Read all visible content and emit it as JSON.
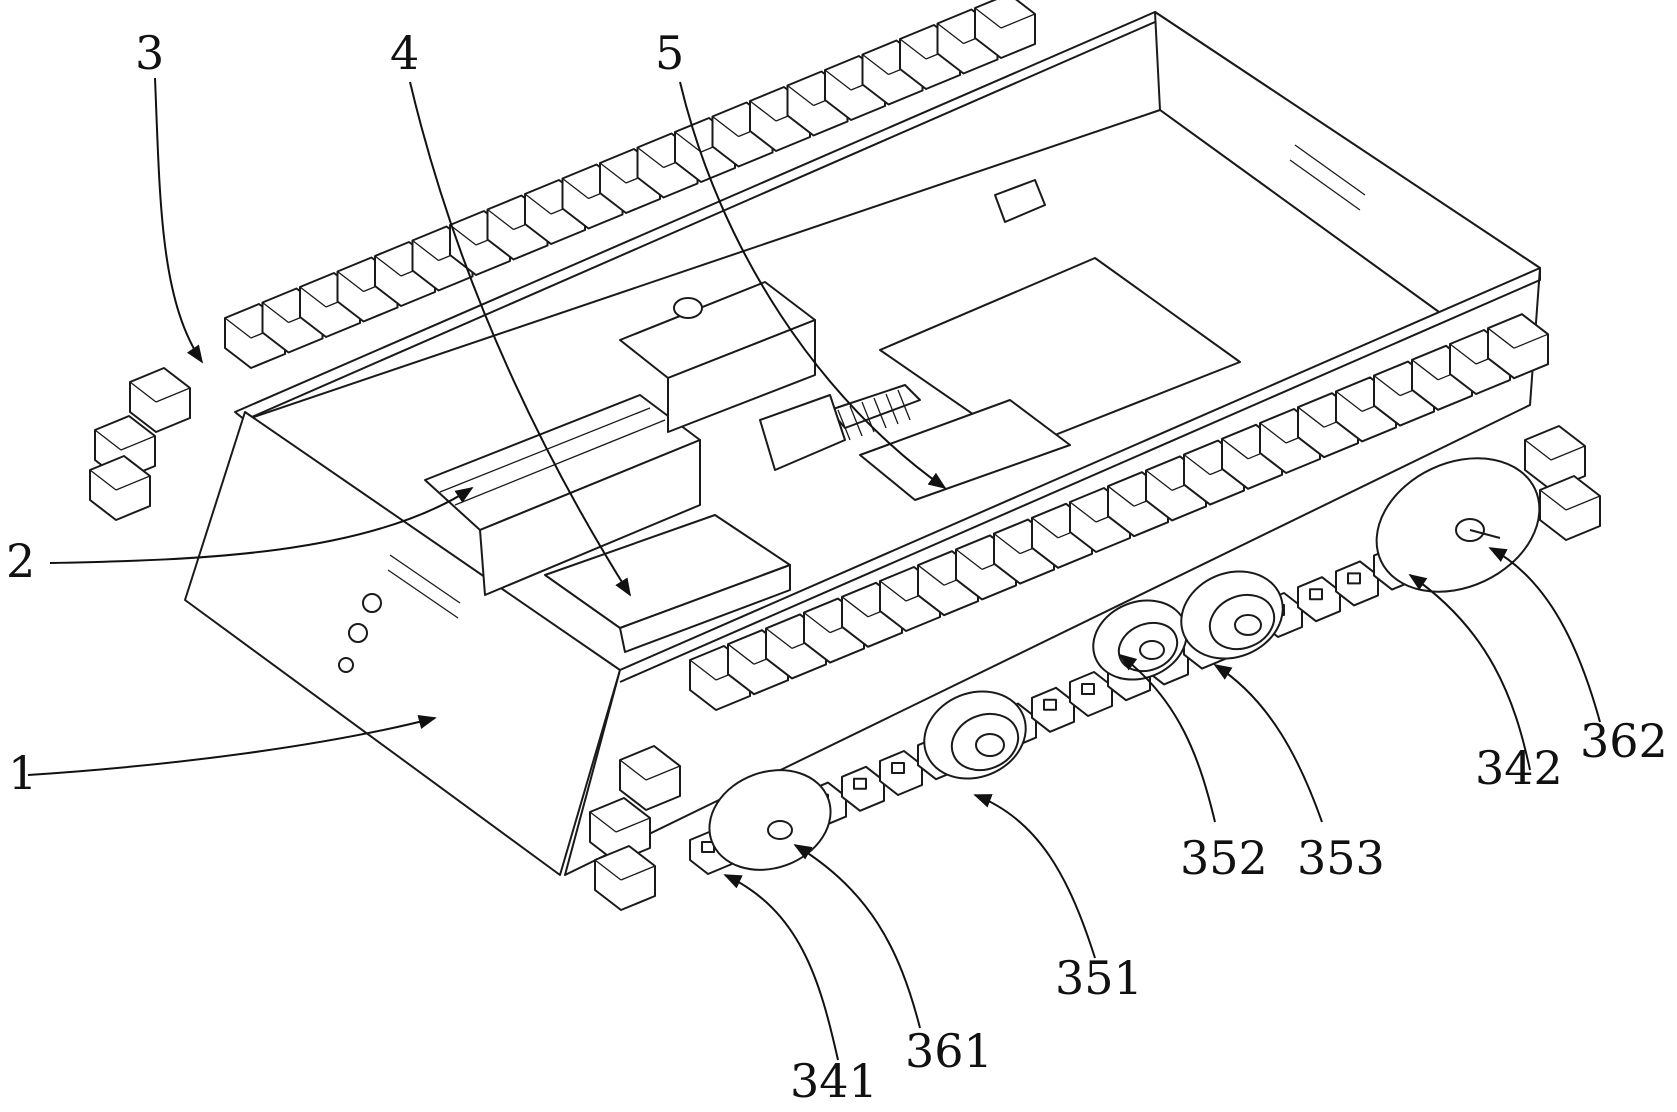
{
  "figure": {
    "labels": [
      {
        "id": "1",
        "text": "1"
      },
      {
        "id": "2",
        "text": "2"
      },
      {
        "id": "3",
        "text": "3"
      },
      {
        "id": "4",
        "text": "4"
      },
      {
        "id": "5",
        "text": "5"
      },
      {
        "id": "341",
        "text": "341"
      },
      {
        "id": "342",
        "text": "342"
      },
      {
        "id": "351",
        "text": "351"
      },
      {
        "id": "352",
        "text": "352"
      },
      {
        "id": "353",
        "text": "353"
      },
      {
        "id": "361",
        "text": "361"
      },
      {
        "id": "362",
        "text": "362"
      }
    ],
    "colors": {
      "line": "#1a1a1a",
      "background": "#ffffff"
    }
  }
}
